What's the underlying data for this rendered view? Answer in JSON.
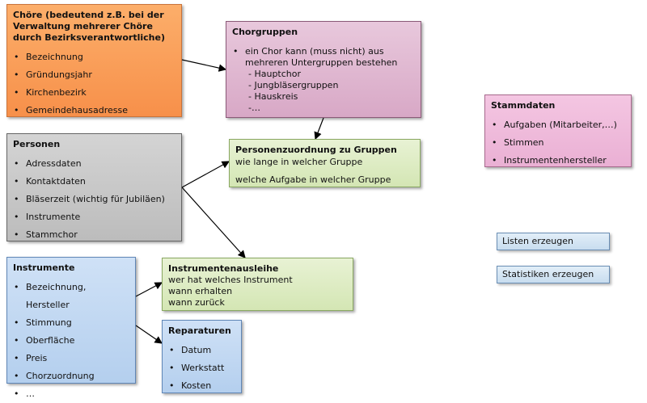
{
  "choere": {
    "title": "Chöre (bedeutend z.B. bei der Verwaltung mehrerer Chöre durch Bezirksverantwortliche)",
    "items": [
      "Bezeichnung",
      "Gründungsjahr",
      "Kirchenbezirk",
      "Gemeindehausadresse"
    ]
  },
  "chorgruppen": {
    "title": "Chorgruppen",
    "text": "ein Chor kann (muss nicht) aus mehreren Untergruppen bestehen",
    "sub": [
      "- Hauptchor",
      "- Jungbläsergruppen",
      "- Hauskreis",
      "-…"
    ]
  },
  "stammdaten": {
    "title": "Stammdaten",
    "items": [
      "Aufgaben (Mitarbeiter,…)",
      "Stimmen",
      "Instrumentenhersteller"
    ]
  },
  "personen": {
    "title": "Personen",
    "items": [
      "Adressdaten",
      "Kontaktdaten",
      "Bläserzeit (wichtig für Jubiläen)",
      "Instrumente",
      "Stammchor"
    ]
  },
  "zuordnung": {
    "title": "Personenzuordnung zu Gruppen",
    "lines": [
      "wie lange in welcher Gruppe",
      "welche Aufgabe in welcher Gruppe"
    ]
  },
  "instrumente": {
    "title": "Instrumente",
    "items": [
      "Bezeichnung, Hersteller",
      "Stimmung",
      "Oberfläche",
      "Preis",
      "Chorzuordnung",
      "…"
    ]
  },
  "ausleihe": {
    "title": "Instrumentenausleihe",
    "lines": [
      "wer hat welches Instrument",
      "wann erhalten",
      "wann zurück"
    ]
  },
  "reparaturen": {
    "title": "Reparaturen",
    "items": [
      "Datum",
      "Werkstatt",
      "Kosten"
    ]
  },
  "buttons": {
    "listen": "Listen erzeugen",
    "statistiken": "Statistiken erzeugen"
  }
}
